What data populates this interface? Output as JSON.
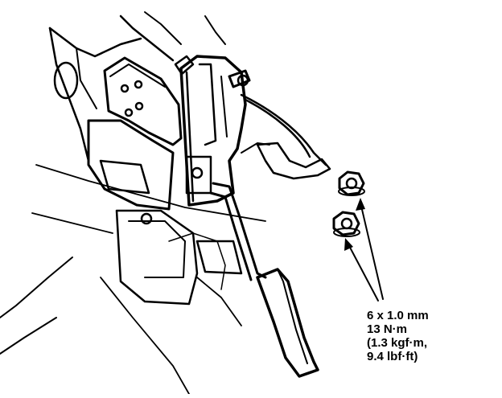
{
  "torque_spec": {
    "bolt_size": "6 x 1.0 mm",
    "torque_nm": "13 N·m",
    "torque_kgfm": "(1.3 kgf·m,",
    "torque_lbfft": "9.4 lbf·ft)"
  },
  "colors": {
    "ink": "#000000",
    "paper": "#ffffff"
  }
}
